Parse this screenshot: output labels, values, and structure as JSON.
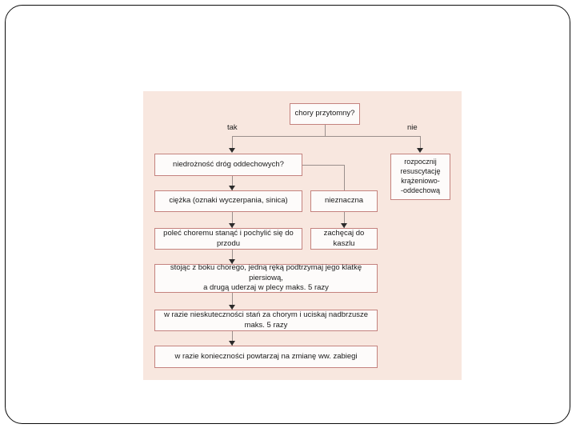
{
  "slide": {
    "background_color": "#ffffff",
    "frame_color": "#0b0b0b",
    "panel_color": "#f8e7df",
    "node_border_color": "#c4827e",
    "node_fill_color": "#fdfbfa",
    "connector_color": "#9a8f8c",
    "arrow_color": "#2b2b2b"
  },
  "diagram": {
    "type": "flowchart",
    "language": "pl",
    "nodes": [
      {
        "id": "n1",
        "label": "chory przytomny?"
      },
      {
        "id": "n2",
        "label": "niedrożność dróg oddechowych?"
      },
      {
        "id": "n3",
        "label": "rozpocznij resuscytację krążeniowo--oddechową",
        "lines": [
          "rozpocznij",
          "resuscytację",
          "krążeniowo-",
          "-oddechową"
        ]
      },
      {
        "id": "n4",
        "label": "ciężka (oznaki wyczerpania, sinica)"
      },
      {
        "id": "n5",
        "label": "nieznaczna"
      },
      {
        "id": "n6",
        "label": "poleć choremu stanąć i pochylić się do przodu"
      },
      {
        "id": "n7",
        "label": "zachęcaj do kaszlu"
      },
      {
        "id": "n8",
        "label": "stojąc z boku chorego, jedną ręką podtrzymaj jego klatkę piersiową, a drugą uderzaj w plecy maks. 5 razy",
        "lines": [
          "stojąc z boku chorego, jedną ręką podtrzymaj jego klatkę piersiową,",
          "a drugą uderzaj w plecy maks. 5 razy"
        ]
      },
      {
        "id": "n9",
        "label": "w razie nieskuteczności stań za chorym i uciskaj nadbrzusze maks. 5 razy"
      },
      {
        "id": "n10",
        "label": "w razie konieczności powtarzaj na zmianę ww. zabiegi"
      }
    ],
    "edge_labels": [
      {
        "id": "yes",
        "label": "tak"
      },
      {
        "id": "no",
        "label": "nie"
      }
    ],
    "edges": [
      {
        "from": "n1",
        "to": "n2",
        "label": "tak"
      },
      {
        "from": "n1",
        "to": "n3",
        "label": "nie"
      },
      {
        "from": "n2",
        "to": "n4",
        "label": ""
      },
      {
        "from": "n2",
        "to": "n5",
        "label": ""
      },
      {
        "from": "n4",
        "to": "n6",
        "label": ""
      },
      {
        "from": "n5",
        "to": "n7",
        "label": ""
      },
      {
        "from": "n6",
        "to": "n8",
        "label": ""
      },
      {
        "from": "n8",
        "to": "n9",
        "label": ""
      },
      {
        "from": "n9",
        "to": "n10",
        "label": ""
      }
    ]
  }
}
